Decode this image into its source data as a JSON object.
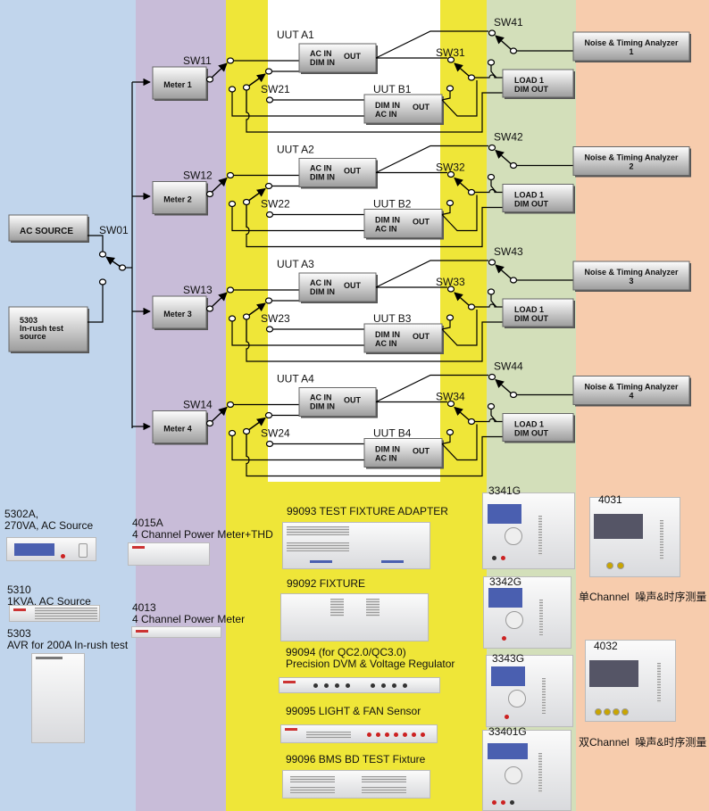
{
  "colors": {
    "source_band": "#c1d5ec",
    "meter_band": "#c8bcd8",
    "switch_band": "#efe638",
    "uut_band": "#ffffff",
    "load_band": "#d3dfba",
    "analyzer_band": "#f7ccad"
  },
  "diagram": {
    "ac_source": "AC SOURCE",
    "inrush_source": [
      "5303",
      "In-rush test",
      "source"
    ],
    "sw01": "SW01",
    "groups": [
      {
        "meter": "Meter 1",
        "sw_meter": "SW11",
        "sw_dim": "SW21",
        "uut_a": "UUT A1",
        "uut_b": "UUT B1",
        "sw_load": "SW31",
        "sw_nta": "SW41",
        "load": [
          "LOAD 1",
          "DIM OUT"
        ],
        "nta": [
          "Noise & Timing Analyzer",
          "1"
        ]
      },
      {
        "meter": "Meter 2",
        "sw_meter": "SW12",
        "sw_dim": "SW22",
        "uut_a": "UUT A2",
        "uut_b": "UUT B2",
        "sw_load": "SW32",
        "sw_nta": "SW42",
        "load": [
          "LOAD 1",
          "DIM OUT"
        ],
        "nta": [
          "Noise & Timing Analyzer",
          "2"
        ]
      },
      {
        "meter": "Meter 3",
        "sw_meter": "SW13",
        "sw_dim": "SW23",
        "uut_a": "UUT A3",
        "uut_b": "UUT B3",
        "sw_load": "SW33",
        "sw_nta": "SW43",
        "load": [
          "LOAD 1",
          "DIM OUT"
        ],
        "nta": [
          "Noise & Timing Analyzer",
          "3"
        ]
      },
      {
        "meter": "Meter 4",
        "sw_meter": "SW14",
        "sw_dim": "SW24",
        "uut_a": "UUT A4",
        "uut_b": "UUT B4",
        "sw_load": "SW34",
        "sw_nta": "SW44",
        "load": [
          "LOAD 1",
          "DIM OUT"
        ],
        "nta": [
          "Noise & Timing Analyzer",
          "4"
        ]
      }
    ],
    "uut_a_ports": {
      "in1": "AC IN",
      "in2": "DIM IN",
      "out": "OUT"
    },
    "uut_b_ports": {
      "in1": "DIM IN",
      "in2": "AC IN",
      "out": "OUT"
    }
  },
  "products": {
    "p5302a": "5302A,\n270VA, AC Source",
    "p5310": "5310\n1KVA, AC Source",
    "p5303": "5303\nAVR for 200A In-rush test",
    "p4015a": "4015A\n4 Channel Power Meter+THD",
    "p4013": "4013\n4 Channel Power Meter",
    "p99093": "99093 TEST FIXTURE ADAPTER",
    "p99092": "99092 FIXTURE",
    "p99094": "99094 (for QC2.0/QC3.0)\nPrecision DVM & Voltage Regulator",
    "p99095": "99095 LIGHT & FAN Sensor",
    "p99096": "99096 BMS BD TEST Fixture",
    "p3341g": "3341G",
    "p3342g": "3342G",
    "p3343g": "3343G",
    "p33401g": "33401G",
    "p4031": "4031",
    "p4031_desc": "单Channel  噪声&时序测量",
    "p4032": "4032",
    "p4032_desc": "双Channel  噪声&时序测量"
  }
}
